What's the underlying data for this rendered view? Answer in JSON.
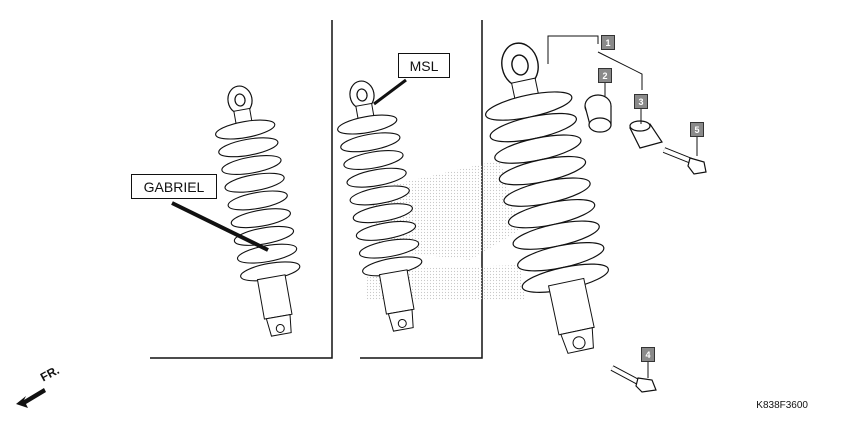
{
  "labels": {
    "gabriel": "GABRIEL",
    "msl": "MSL",
    "front": "FR.",
    "diagram_code": "K838F3600"
  },
  "callouts": [
    {
      "id": "1",
      "label": "1"
    },
    {
      "id": "2",
      "label": "2"
    },
    {
      "id": "3",
      "label": "3"
    },
    {
      "id": "4",
      "label": "4"
    },
    {
      "id": "5",
      "label": "5"
    }
  ],
  "colors": {
    "line": "#111111",
    "callout_fill": "#8a8a8a"
  }
}
